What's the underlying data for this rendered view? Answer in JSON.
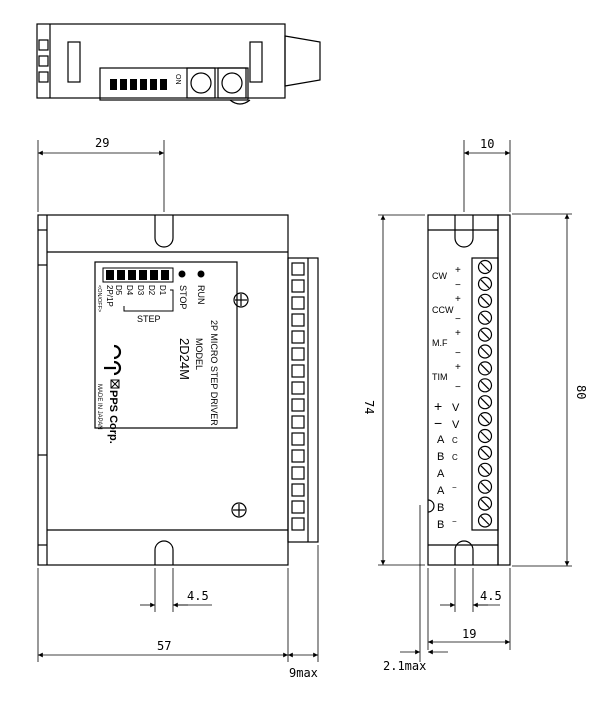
{
  "dimensions": {
    "top_width": "29",
    "front_width": "57",
    "front_height": "74",
    "terminal_max": "9max",
    "slot_width_front": "4.5",
    "side_depth": "10",
    "side_height": "80",
    "side_width": "19",
    "slot_width_side": "4.5",
    "side_offset": "2.1max"
  },
  "top_view": {
    "switch_state": "ON"
  },
  "front_label": {
    "leds": [
      "RUN",
      "STOP"
    ],
    "dip_names": [
      "D5",
      "D4",
      "D3",
      "D2",
      "D1"
    ],
    "dip_mode": "2P/1P",
    "dip_onoff": "<ON/OFF>",
    "step_label": "STEP",
    "product": "2P MICRO STEP DRIVER",
    "model_label": "MODEL",
    "model": "2D24M",
    "brand": "PPS Corp.",
    "made_in": "MADE IN JAPAN"
  },
  "terminals": {
    "cw": "CW",
    "ccw": "CCW",
    "mf": "M.F",
    "tim": "TIM",
    "plus": "+",
    "minus": "−",
    "pv_sign": "+",
    "pv": "V",
    "mv_sign": "−",
    "mv": "V",
    "a_c": "A",
    "a_c_sub": "C",
    "b_c": "B",
    "b_c_sub": "C",
    "a1": "A",
    "a_minus": "A",
    "a_minus_sub": "−",
    "b1": "B",
    "b_minus": "B",
    "b_minus_sub": "−"
  }
}
